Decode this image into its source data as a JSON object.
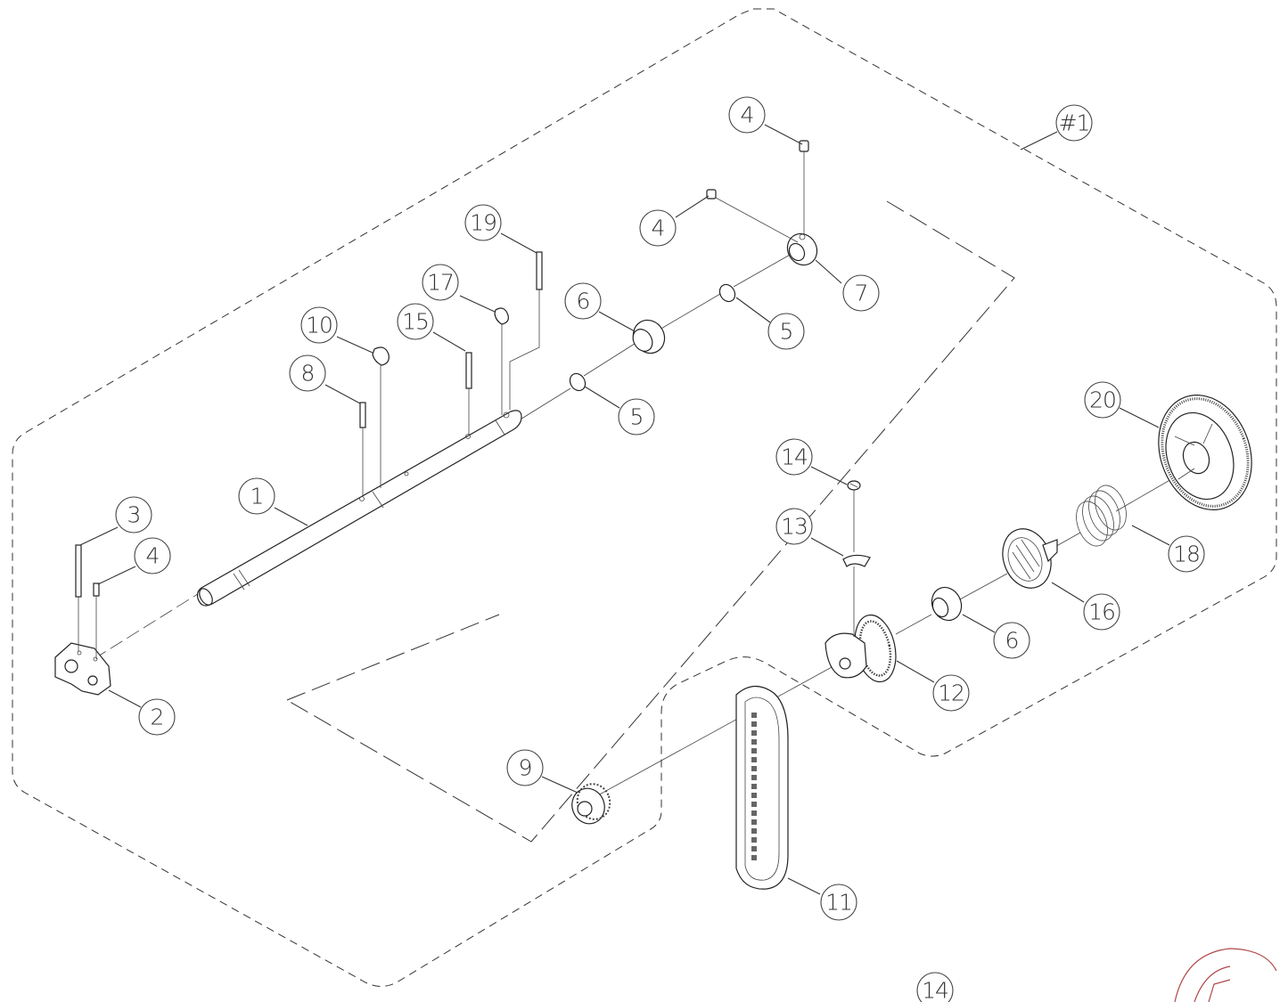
{
  "assembly_label": "#1",
  "callouts": [
    {
      "id": "c4a",
      "label": "4"
    },
    {
      "id": "c4b",
      "label": "4"
    },
    {
      "id": "c7",
      "label": "7"
    },
    {
      "id": "c19",
      "label": "19"
    },
    {
      "id": "c17",
      "label": "17"
    },
    {
      "id": "c6a",
      "label": "6"
    },
    {
      "id": "c5a",
      "label": "5"
    },
    {
      "id": "c10",
      "label": "10"
    },
    {
      "id": "c15",
      "label": "15"
    },
    {
      "id": "c8",
      "label": "8"
    },
    {
      "id": "c5b",
      "label": "5"
    },
    {
      "id": "c20",
      "label": "20"
    },
    {
      "id": "c1",
      "label": "1"
    },
    {
      "id": "c14",
      "label": "14"
    },
    {
      "id": "c3",
      "label": "3"
    },
    {
      "id": "c4c",
      "label": "4"
    },
    {
      "id": "c13",
      "label": "13"
    },
    {
      "id": "c18",
      "label": "18"
    },
    {
      "id": "c16",
      "label": "16"
    },
    {
      "id": "c6b",
      "label": "6"
    },
    {
      "id": "c2",
      "label": "2"
    },
    {
      "id": "c12",
      "label": "12"
    },
    {
      "id": "c9",
      "label": "9"
    },
    {
      "id": "c11",
      "label": "11"
    },
    {
      "id": "c14b",
      "label": "14"
    }
  ],
  "colors": {
    "line": "#333333",
    "accent_partial": "#b04848"
  }
}
